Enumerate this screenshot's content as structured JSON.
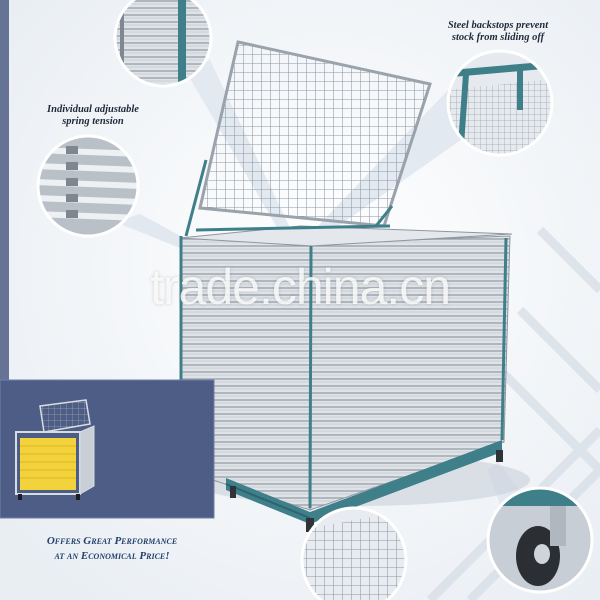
{
  "callouts": {
    "spring_tension": [
      "Individual adjustable",
      "spring tension"
    ],
    "backstops": [
      "Steel backstops prevent",
      "stock from sliding off"
    ]
  },
  "tagline": [
    "Offers Great Performance",
    "at an Economical Price!"
  ],
  "watermark": "trade.china.cn",
  "colors": {
    "frame_teal": "#3f7f8a",
    "inset_blue": "#4d5d86",
    "tagline_blue": "#24406e",
    "shelf_yellow": "#f2d33b"
  },
  "icons": [
    "wire-shelf-closeup-icon",
    "spring-tension-closeup-icon",
    "backstop-closeup-icon",
    "caster-wheel-closeup-icon"
  ]
}
